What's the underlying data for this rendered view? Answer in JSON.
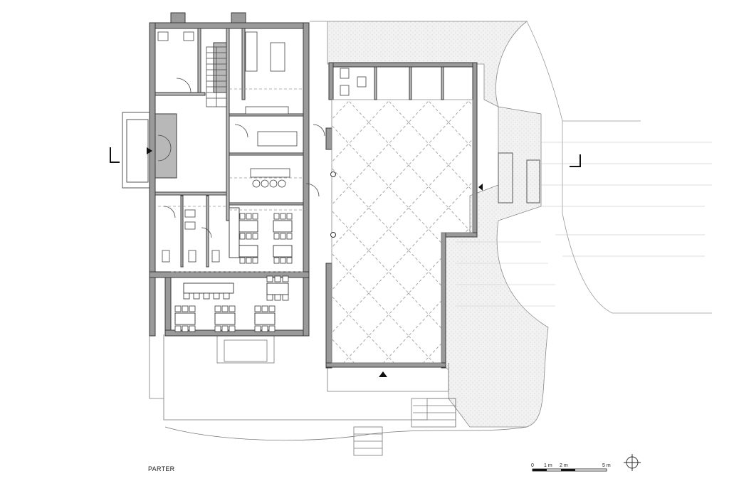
{
  "floor_label": "PARTER",
  "section_marks": [
    "L",
    "L"
  ],
  "scale_bar": {
    "ticks": [
      "0",
      "1 m",
      "2 m",
      "5 m"
    ]
  },
  "north_symbol": "compass-icon",
  "colors": {
    "wall": "#9a9a9a",
    "wall_outline": "#3a3a3a",
    "line": "#444444",
    "terrain": "#ececec",
    "dashed_grid": "#9a9a9a"
  }
}
